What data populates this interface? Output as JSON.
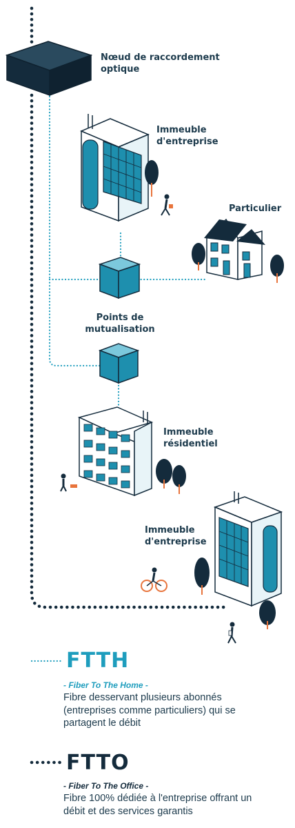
{
  "labels": {
    "node": "Nœud de raccordement optique",
    "building_top": "Immeuble d'entreprise",
    "individual": "Particulier",
    "mutualisation": "Points de mutualisation",
    "residential": "Immeuble résidentiel",
    "building_bottom": "Immeuble d'entreprise"
  },
  "legend": {
    "ftth": {
      "title": "FTTH",
      "subtitle": "- Fiber To The Home -",
      "description": "Fibre desservant plusieurs abonnés (entreprises comme particuliers) qui se partagent le débit",
      "color": "#1e9dbd",
      "line": "dotted-thin"
    },
    "ftto": {
      "title": "FTTO",
      "subtitle": "- Fiber To The Office -",
      "description": "Fibre 100% dédiée à l'entreprise offrant un débit et des services garantis",
      "color": "#142b3c",
      "line": "dotted-thick"
    }
  },
  "colors": {
    "navy": "#142b3c",
    "teal": "#1e8fae",
    "light_teal": "#7cc8dc",
    "orange": "#e8743c"
  }
}
